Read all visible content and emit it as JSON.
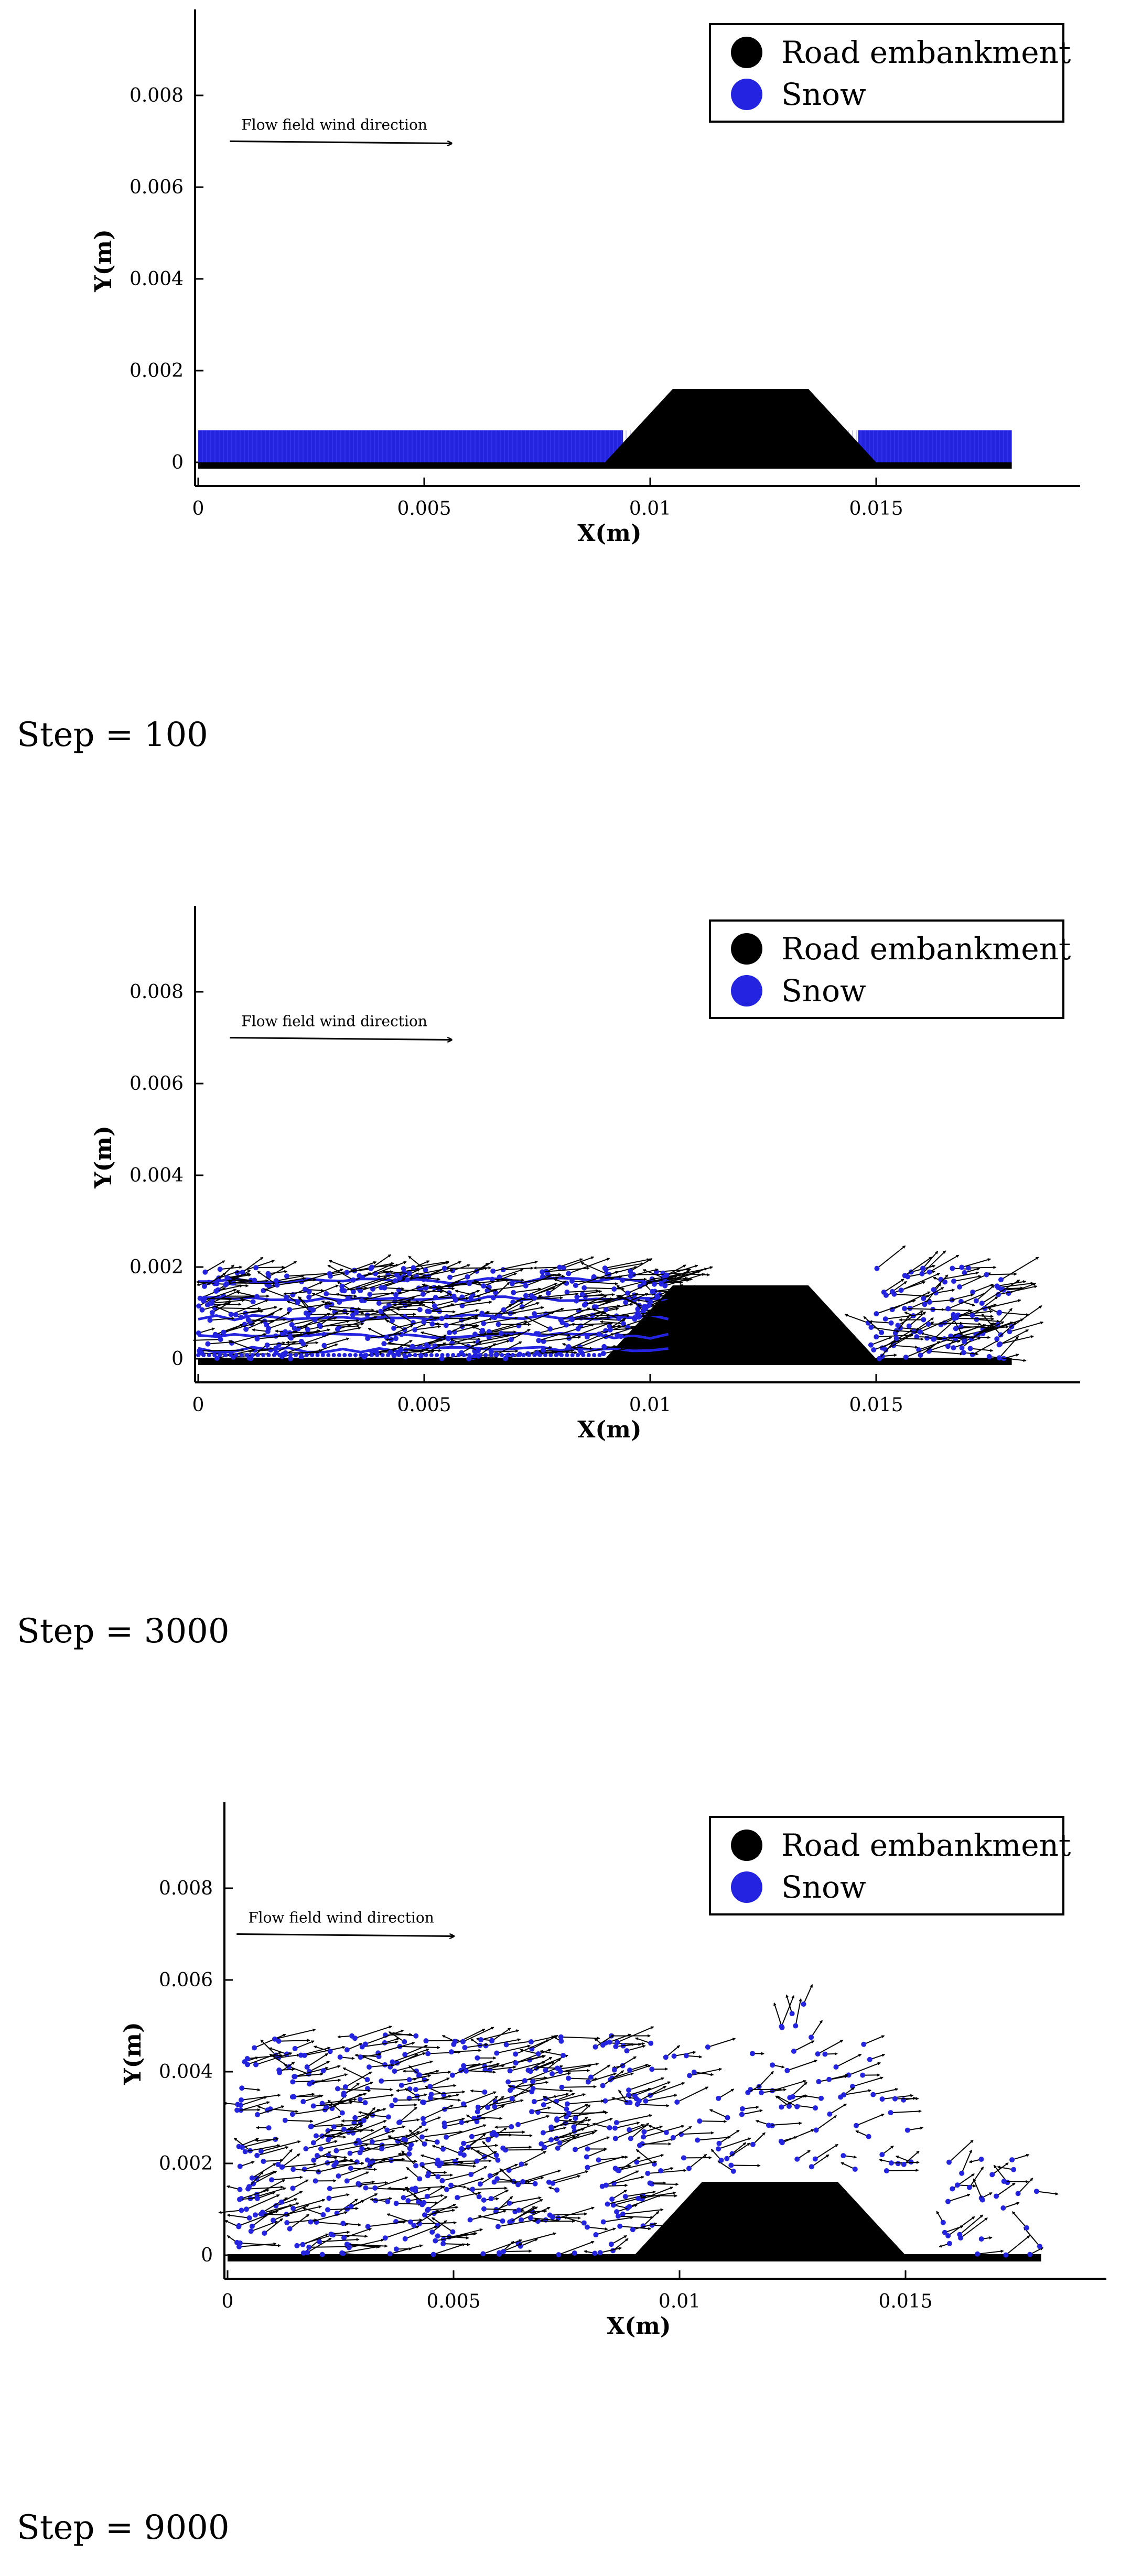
{
  "colors": {
    "embankment": "#000000",
    "snow": "#2323e0",
    "arrow": "#000000"
  },
  "chart_data": [
    {
      "type": "scatter",
      "step_label": "Step = 100",
      "xlabel": "X(m)",
      "ylabel": "Y(m)",
      "xticks": [
        "0",
        "0.005",
        "0.01",
        "0.015"
      ],
      "xtick_values": [
        0,
        0.005,
        0.01,
        0.015
      ],
      "yticks": [
        "0",
        "0.002",
        "0.004",
        "0.006",
        "0.008"
      ],
      "ytick_values": [
        0,
        0.002,
        0.004,
        0.006,
        0.008
      ],
      "xlim": [
        -0.0007,
        0.0187
      ],
      "ylim": [
        -0.0005,
        0.0098
      ],
      "wind_label": "Flow field wind direction",
      "wind_arrow": {
        "x_start": 0.0007,
        "x_end": 0.0056,
        "y": 0.007
      },
      "legend": {
        "placement": "top-right",
        "entries": [
          "Road embankment",
          "Snow"
        ]
      },
      "embankment": {
        "y_base": 0,
        "y_top": 0.0016,
        "x_bottom_left": 0.009,
        "x_top_left": 0.0105,
        "x_top_right": 0.0135,
        "x_bottom_right": 0.015,
        "x_ground_end": 0.018
      },
      "snow": {
        "mode": "layer",
        "x_range": [
          0,
          0.018
        ],
        "thickness": 0.0007
      }
    },
    {
      "type": "scatter",
      "step_label": "Step = 3000",
      "xlabel": "X(m)",
      "ylabel": "Y(m)",
      "xticks": [
        "0",
        "0.005",
        "0.01",
        "0.015"
      ],
      "xtick_values": [
        0,
        0.005,
        0.01,
        0.015
      ],
      "yticks": [
        "0",
        "0.002",
        "0.004",
        "0.006",
        "0.008"
      ],
      "ytick_values": [
        0,
        0.002,
        0.004,
        0.006,
        0.008
      ],
      "xlim": [
        -0.0007,
        0.0187
      ],
      "ylim": [
        -0.0005,
        0.0098
      ],
      "wind_label": "Flow field wind direction",
      "wind_arrow": {
        "x_start": 0.0007,
        "x_end": 0.0056,
        "y": 0.007
      },
      "legend": {
        "placement": "top-right",
        "entries": [
          "Road embankment",
          "Snow"
        ]
      },
      "embankment": {
        "y_base": 0,
        "y_top": 0.0016,
        "x_bottom_left": 0.009,
        "x_top_left": 0.0105,
        "x_top_right": 0.0135,
        "x_bottom_right": 0.015,
        "x_ground_end": 0.018
      },
      "snow": {
        "mode": "streaks",
        "groups": [
          {
            "x_range": [
              0,
              0.0104
            ],
            "y_range": [
              0,
              0.002
            ],
            "count": 420,
            "dx": 0.0007,
            "dy": 0.0002
          },
          {
            "x_range": [
              0.0148,
              0.018
            ],
            "y_range": [
              0,
              0.002
            ],
            "count": 120,
            "dx": 0.0006,
            "dy": 0.0003
          }
        ],
        "band_levels": [
          0.0002,
          0.0005,
          0.0009,
          0.0013,
          0.0017
        ]
      }
    },
    {
      "type": "scatter",
      "step_label": "Step = 9000",
      "xlabel": "X(m)",
      "ylabel": "Y(m)",
      "xticks": [
        "0",
        "0.005",
        "0.01",
        "0.015"
      ],
      "xtick_values": [
        0,
        0.005,
        0.01,
        0.015
      ],
      "yticks": [
        "0",
        "0.002",
        "0.004",
        "0.006",
        "0.008"
      ],
      "ytick_values": [
        0,
        0.002,
        0.004,
        0.006,
        0.008
      ],
      "xlim": [
        -0.0007,
        0.0187
      ],
      "ylim": [
        -0.0005,
        0.0098
      ],
      "wind_label": "Flow field wind direction",
      "wind_arrow": {
        "x_start": 0.0002,
        "x_end": 0.005,
        "y": 0.007
      },
      "legend": {
        "placement": "top-right",
        "entries": [
          "Road embankment",
          "Snow"
        ]
      },
      "embankment": {
        "y_base": 0,
        "y_top": 0.0016,
        "x_bottom_left": 0.009,
        "x_top_left": 0.0105,
        "x_top_right": 0.0135,
        "x_bottom_right": 0.015,
        "x_ground_end": 0.018
      },
      "snow": {
        "mode": "scatter",
        "groups": [
          {
            "x_range": [
              0.0002,
              0.0095
            ],
            "y_range": [
              0,
              0.0048
            ],
            "count": 520,
            "dx": 0.0006,
            "dy": 0.0002
          },
          {
            "x_range": [
              0.0095,
              0.0152
            ],
            "y_range": [
              0.0018,
              0.0046
            ],
            "count": 80,
            "dx": 0.0005,
            "dy": 0.0002
          },
          {
            "x_range": [
              0.0122,
              0.0132
            ],
            "y_range": [
              0.0044,
              0.0055
            ],
            "count": 6,
            "dx": 0.0002,
            "dy": 0.0004
          },
          {
            "x_range": [
              0.0158,
              0.018
            ],
            "y_range": [
              0,
              0.0022
            ],
            "count": 30,
            "dx": 0.0004,
            "dy": 0.0003
          }
        ]
      }
    }
  ]
}
